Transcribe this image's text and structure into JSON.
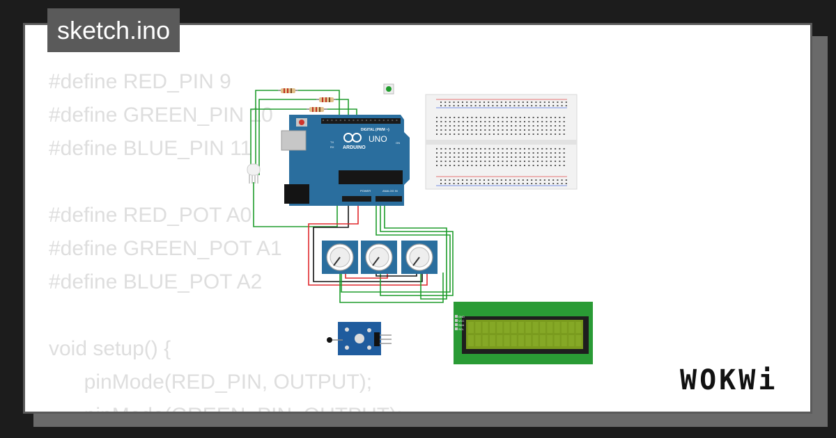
{
  "file_tab": {
    "label": "sketch.ino"
  },
  "code_lines": [
    "#define RED_PIN 9",
    "#define GREEN_PIN 10",
    "#define BLUE_PIN 11",
    "",
    "#define RED_POT A0",
    "#define GREEN_POT A1",
    "#define BLUE_POT A2",
    "",
    "void setup() {",
    "  pinMode(RED_PIN, OUTPUT);",
    "  pinMode(GREEN_PIN, OUTPUT);"
  ],
  "board": {
    "model": "UNO",
    "brand": "ARDUINO",
    "digital_label": "DIGITAL (PWM ~)",
    "power_label": "POWER",
    "analog_label": "ANALOG IN",
    "tx": "TX",
    "rx": "RX",
    "on": "ON"
  },
  "lcd": {
    "pins": [
      "GND",
      "VCC",
      "SDA",
      "SCL"
    ]
  },
  "brand": {
    "label": "WOKWi"
  },
  "colors": {
    "wire_red": "#e0262a",
    "wire_green": "#1e9c2b",
    "wire_black": "#111111",
    "board_blue": "#2a6e9e",
    "lcd_green": "#2a9b35"
  }
}
